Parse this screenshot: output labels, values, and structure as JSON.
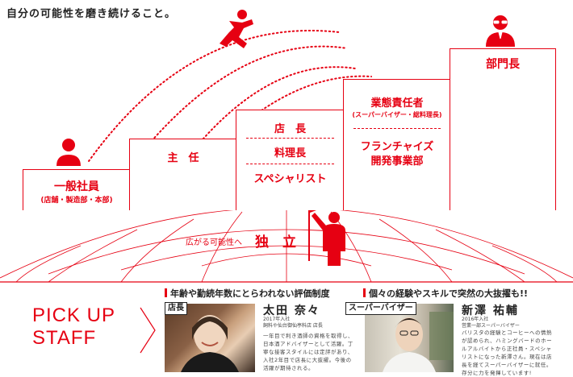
{
  "tagline": "自分の可能性を磨き続けること。",
  "career_steps": {
    "step1": {
      "title": "一般社員",
      "sub": "(店舗・製造部・本部)"
    },
    "step2": {
      "title": "主　任"
    },
    "step3": {
      "items": [
        "店　長",
        "料理長",
        "スペシャリスト"
      ]
    },
    "step4": {
      "title": "業態責任者",
      "sub": "(スーパーバイザー・総料理長)",
      "title2": "フランチャイズ",
      "title3": "開発事業部"
    },
    "step5": {
      "title": "部門長"
    }
  },
  "independence": {
    "lead": "広がる可能性へ",
    "title": "独　立"
  },
  "pickup": {
    "label_line1": "PICK UP",
    "label_line2": "STAFF",
    "staff": [
      {
        "heading": "年齢や勤続年数にとらわれない評価制度",
        "badge": "店長",
        "name": "太田 奈々",
        "meta1": "2017年入社",
        "meta2": "飼料や仙台御仙亭料店 店長",
        "desc": "一年目で利き酒師の資格を取得し、日本酒アドバイザーとして活躍。丁寧な接客スタイルには定評があり、入社2年目で店長に大抜擢。今後の活躍が期待される。"
      },
      {
        "heading": "個々の経験やスキルで突然の大抜擢も!!",
        "badge": "スーパーバイザー",
        "name": "新澤 祐輔",
        "meta1": "2016年入社",
        "meta2": "営業一部スーパーバイザー",
        "desc": "バリスタの経験とコーヒーへの情熱が認められ、ハミングバードのホールアルバイトから正社員・スペシャリストになった新澤さん。現在は店長を経てスーパーバイザーに就任。存分に力を発揮しています!"
      }
    ]
  },
  "colors": {
    "accent": "#e60012"
  },
  "icons": [
    "person-icon",
    "running-person-icon",
    "manager-icon",
    "flag-person-icon",
    "chevron-right-icon"
  ]
}
